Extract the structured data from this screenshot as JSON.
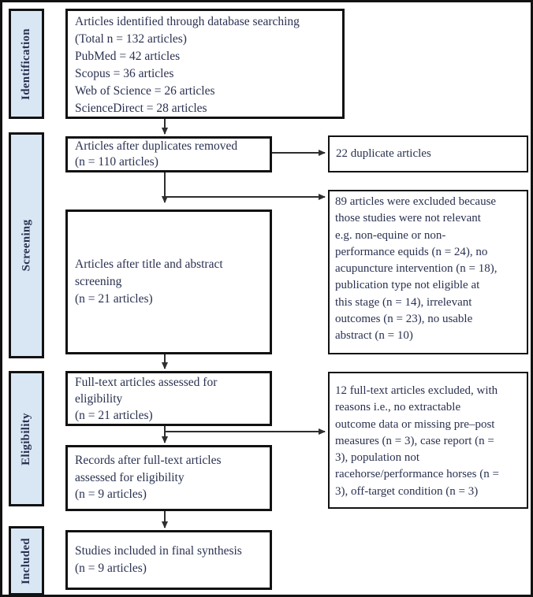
{
  "colors": {
    "stage_fill": "#d9e7f5",
    "box_border": "#121212",
    "text": "#2a3150",
    "arrow": "#2e2e2e"
  },
  "stages": {
    "identification": "Identification",
    "screening": "Screening",
    "eligibility": "Eligibility",
    "included": "Included"
  },
  "boxes": {
    "identified": "Articles identified through database searching\n(Total n = 132 articles)\nPubMed = 42 articles\nScopus = 36 articles\nWeb of Science = 26 articles\nScienceDirect = 28 articles",
    "after_duplicates": "Articles after duplicates removed\n(n = 110 articles)",
    "duplicate_articles": "22 duplicate articles",
    "title_abstract_screening": "Articles after title and abstract\nscreening\n(n = 21 articles)",
    "excluded_screening": "89 articles were excluded because\nthose studies were not relevant\ne.g. non-equine or non-\nperformance equids (n = 24), no\nacupuncture intervention (n = 18),\npublication type not eligible at\nthis stage (n = 14), irrelevant\noutcomes (n = 23), no usable\nabstract (n = 10)",
    "fulltext_assessed": "Full-text articles assessed for\neligibility\n(n = 21 articles)",
    "excluded_fulltext": "12 full-text articles excluded, with\nreasons i.e., no extractable\noutcome data or missing pre–post\nmeasures (n = 3), case report (n =\n3), population not\nracehorse/performance horses (n =\n3), off-target condition (n = 3)",
    "records_after_fulltext": "Records after full-text articles\nassessed for eligibility\n(n = 9 articles)",
    "included_final": "Studies included in final synthesis\n(n = 9 articles)"
  }
}
